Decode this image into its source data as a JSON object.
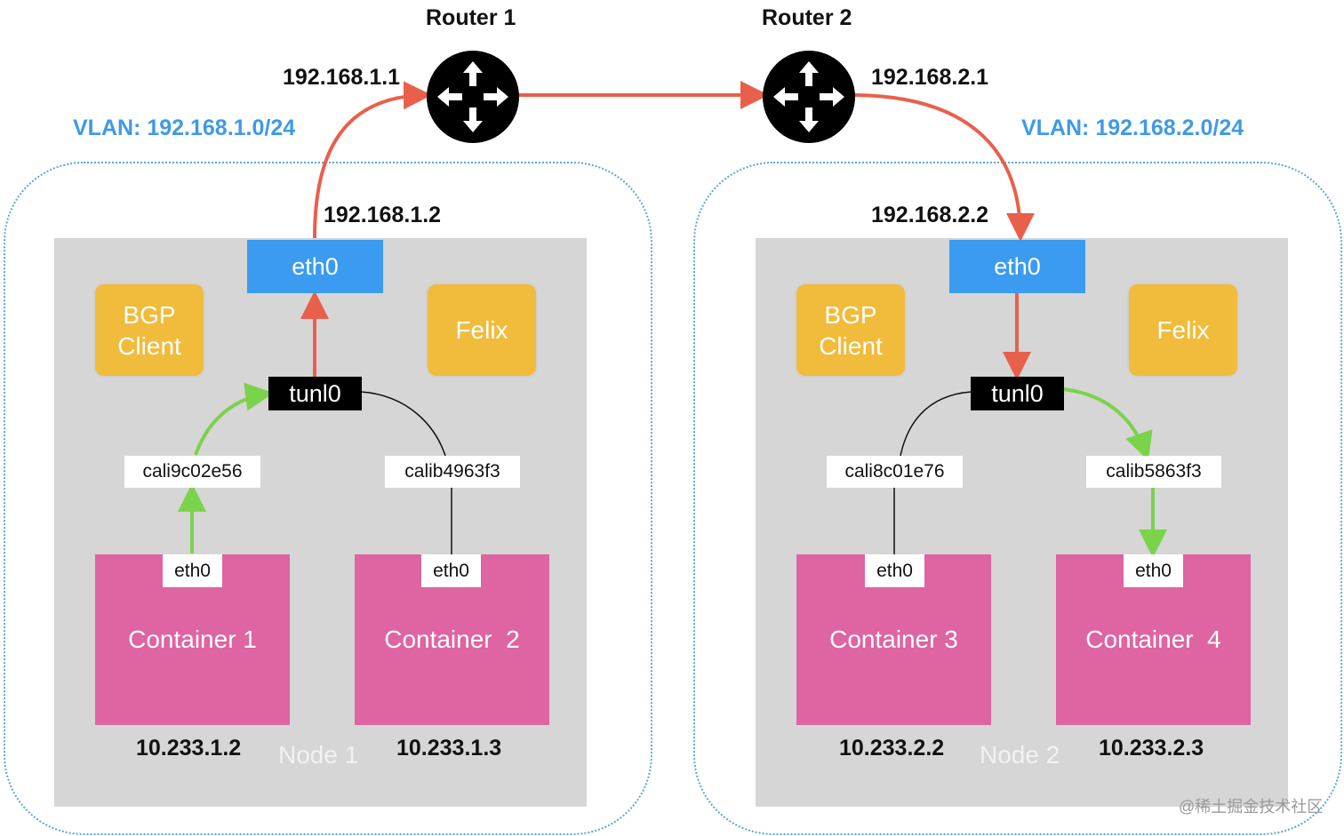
{
  "routers": [
    {
      "title": "Router 1",
      "ip": "192.168.1.1"
    },
    {
      "title": "Router 2",
      "ip": "192.168.2.1"
    }
  ],
  "nodes": [
    {
      "vlan": "VLAN: 192.168.1.0/24",
      "host_ip": "192.168.1.2",
      "eth": "eth0",
      "bgp": [
        "BGP",
        "Client"
      ],
      "felix": "Felix",
      "tunl": "tunl0",
      "name": "Node 1",
      "interfaces": [
        "cali9c02e56",
        "calib4963f3"
      ],
      "containers": [
        {
          "name": "Container 1",
          "eth": "eth0",
          "ip": "10.233.1.2"
        },
        {
          "name": "Container  2",
          "eth": "eth0",
          "ip": "10.233.1.3"
        }
      ]
    },
    {
      "vlan": "VLAN: 192.168.2.0/24",
      "host_ip": "192.168.2.2",
      "eth": "eth0",
      "bgp": [
        "BGP",
        "Client"
      ],
      "felix": "Felix",
      "tunl": "tunl0",
      "name": "Node 2",
      "interfaces": [
        "cali8c01e76",
        "calib5863f3"
      ],
      "containers": [
        {
          "name": "Container 3",
          "eth": "eth0",
          "ip": "10.233.2.2"
        },
        {
          "name": "Container  4",
          "eth": "eth0",
          "ip": "10.233.2.3"
        }
      ]
    }
  ],
  "watermark": "@稀土掘金技术社区",
  "colors": {
    "route_arrow": "#e8604c",
    "local_arrow": "#7bd24b",
    "vlan": "#3f9ae6",
    "eth": "#3a9bf0",
    "service": "#f1bb3c",
    "container": "#de64a2",
    "node_bg": "#d6d6d6"
  }
}
